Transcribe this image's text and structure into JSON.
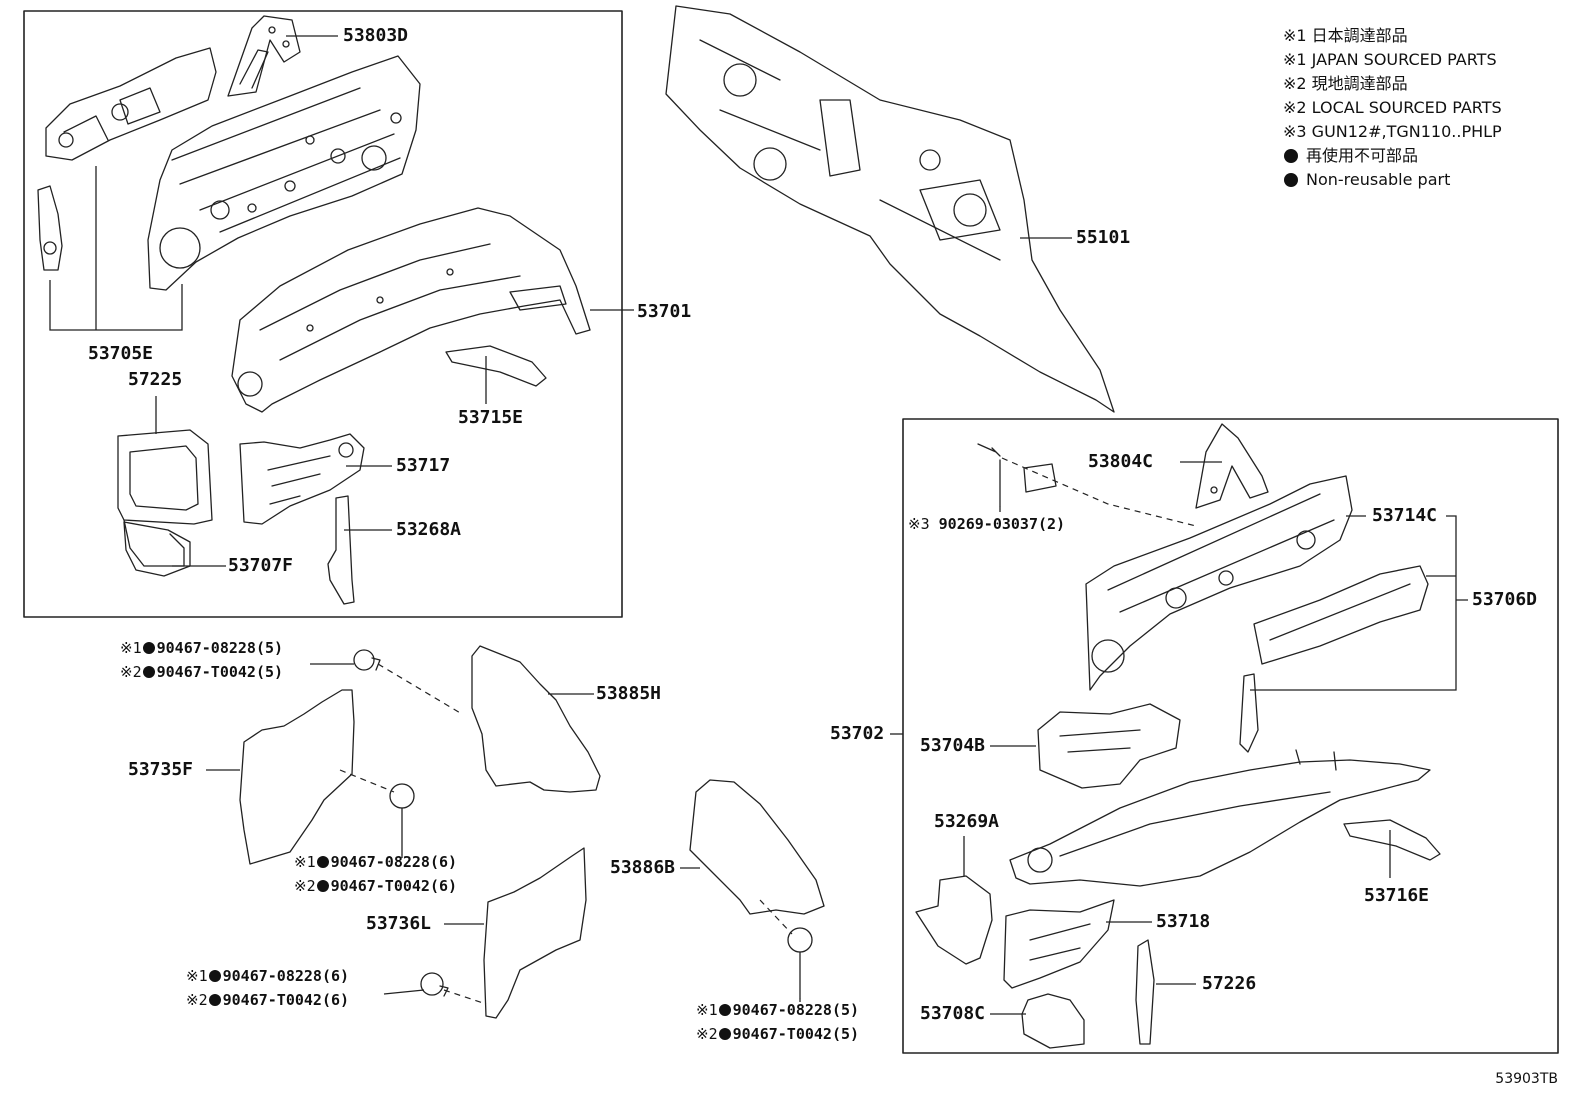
{
  "legend": {
    "notes": [
      "※1 日本調達部品",
      "※1 JAPAN SOURCED PARTS",
      "※2 現地調達部品",
      "※2 LOCAL SOURCED PARTS",
      "※3 GUN12#,TGN110..PHLP"
    ],
    "non_reusable_jp": "再使用不可部品",
    "non_reusable_en": "Non-reusable part"
  },
  "parts": {
    "p53803D": "53803D",
    "p53705E": "53705E",
    "p57225": "57225",
    "p53701": "53701",
    "p53715E": "53715E",
    "p53717": "53717",
    "p53268A": "53268A",
    "p53707F": "53707F",
    "p55101": "55101",
    "p53804C": "53804C",
    "p53714C": "53714C",
    "p53706D": "53706D",
    "p53702": "53702",
    "p53704B": "53704B",
    "p53269A": "53269A",
    "p53716E": "53716E",
    "p53718": "53718",
    "p57226": "57226",
    "p53708C": "53708C",
    "p53885H": "53885H",
    "p53735F": "53735F",
    "p53736L": "53736L",
    "p53886B": "53886B"
  },
  "fasteners": {
    "clip_a1": "90467-08228(5)",
    "clip_a2": "90467-T0042(5)",
    "clip_b1": "90467-08228(6)",
    "clip_b2": "90467-T0042(6)",
    "clip_c1": "90467-08228(6)",
    "clip_c2": "90467-T0042(6)",
    "clip_d1": "90467-08228(5)",
    "clip_d2": "90467-T0042(5)",
    "bolt_3": "90269-03037(2)",
    "mark1": "※1",
    "mark2": "※2",
    "mark3": "※3"
  },
  "diagram_code": "53903TB"
}
